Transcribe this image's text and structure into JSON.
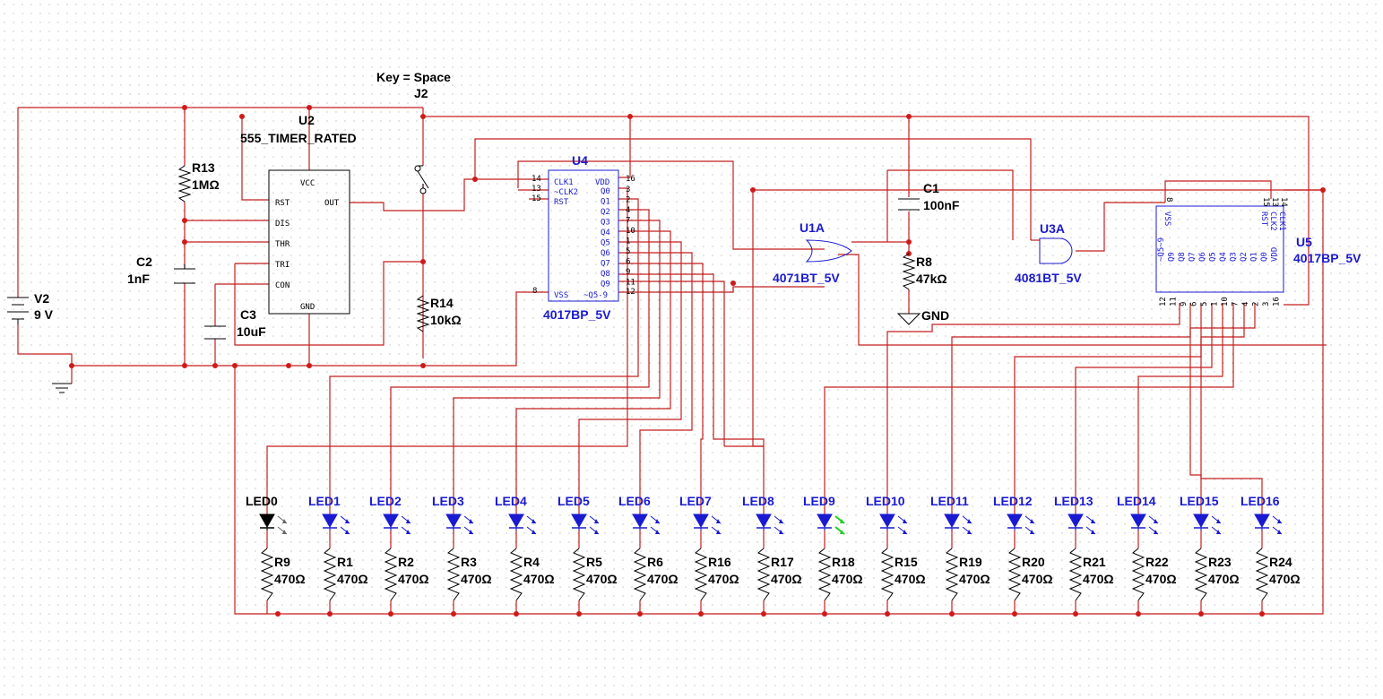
{
  "colors": {
    "wire": "#c41e1e",
    "component": "#000000",
    "blue_component": "#1a1ad0",
    "led_on": "#22cc22",
    "grid_dot": "#9a9a9a",
    "background": "#ffffff"
  },
  "labels": {
    "key": "Key = Space",
    "j2": "J2",
    "u2_ref": "U2",
    "u2_type": "555_TIMER_RATED",
    "r13_ref": "R13",
    "r13_val": "1MΩ",
    "c2_ref": "C2",
    "c2_val": "1nF",
    "v2_ref": "V2",
    "v2_val": "9 V",
    "c3_ref": "C3",
    "c3_val": "10uF",
    "r14_ref": "R14",
    "r14_val": "10kΩ",
    "u4_ref": "U4",
    "u4_type": "4017BP_5V",
    "u1a_ref": "U1A",
    "u1a_type": "4071BT_5V",
    "c1_ref": "C1",
    "c1_val": "100nF",
    "r8_ref": "R8",
    "r8_val": "47kΩ",
    "gnd": "GND",
    "u3a_ref": "U3A",
    "u3a_type": "4081BT_5V",
    "u5_ref": "U5",
    "u5_type": "4017BP_5V"
  },
  "u2_pins": [
    "VCC",
    "RST",
    "OUT",
    "DIS",
    "THR",
    "TRI",
    "CON",
    "GND"
  ],
  "u4_pins": {
    "left": [
      "14",
      "13",
      "15",
      "8"
    ],
    "left_names": [
      "CLK1",
      "~CLK2",
      "RST",
      "VSS"
    ],
    "vdd": "VDD",
    "vdd_num": "16",
    "outputs": [
      "Q0",
      "Q1",
      "Q2",
      "Q3",
      "Q4",
      "Q5",
      "Q6",
      "Q7",
      "Q8",
      "Q9"
    ],
    "output_nums": [
      "3",
      "2",
      "4",
      "7",
      "10",
      "1",
      "5",
      "6",
      "9",
      "11"
    ],
    "carry": "~Q5-9",
    "carry_num": "12"
  },
  "u5_pins": {
    "top": [
      "VSS",
      "RST",
      "CLK2",
      "CLK1"
    ],
    "top_nums": [
      "8",
      "15",
      "13",
      "14"
    ],
    "bottom": [
      "~Q5~9",
      "Q9",
      "Q8",
      "Q7",
      "Q6",
      "Q5",
      "Q4",
      "Q3",
      "Q2",
      "Q1",
      "Q0",
      "VDD"
    ],
    "bottom_nums": [
      "12",
      "11",
      "9",
      "6",
      "5",
      "1",
      "10",
      "7",
      "4",
      "2",
      "3",
      "16"
    ]
  },
  "leds": [
    {
      "name": "LED0",
      "res": "R9",
      "val": "470Ω"
    },
    {
      "name": "LED1",
      "res": "R1",
      "val": "470Ω"
    },
    {
      "name": "LED2",
      "res": "R2",
      "val": "470Ω"
    },
    {
      "name": "LED3",
      "res": "R3",
      "val": "470Ω"
    },
    {
      "name": "LED4",
      "res": "R4",
      "val": "470Ω"
    },
    {
      "name": "LED5",
      "res": "R5",
      "val": "470Ω"
    },
    {
      "name": "LED6",
      "res": "R6",
      "val": "470Ω"
    },
    {
      "name": "LED7",
      "res": "R16",
      "val": "470Ω"
    },
    {
      "name": "LED8",
      "res": "R17",
      "val": "470Ω"
    },
    {
      "name": "LED9",
      "res": "R18",
      "val": "470Ω"
    },
    {
      "name": "LED10",
      "res": "R15",
      "val": "470Ω"
    },
    {
      "name": "LED11",
      "res": "R19",
      "val": "470Ω"
    },
    {
      "name": "LED12",
      "res": "R20",
      "val": "470Ω"
    },
    {
      "name": "LED13",
      "res": "R21",
      "val": "470Ω"
    },
    {
      "name": "LED14",
      "res": "R22",
      "val": "470Ω"
    },
    {
      "name": "LED15",
      "res": "R23",
      "val": "470Ω"
    },
    {
      "name": "LED16",
      "res": "R24",
      "val": "470Ω"
    }
  ]
}
